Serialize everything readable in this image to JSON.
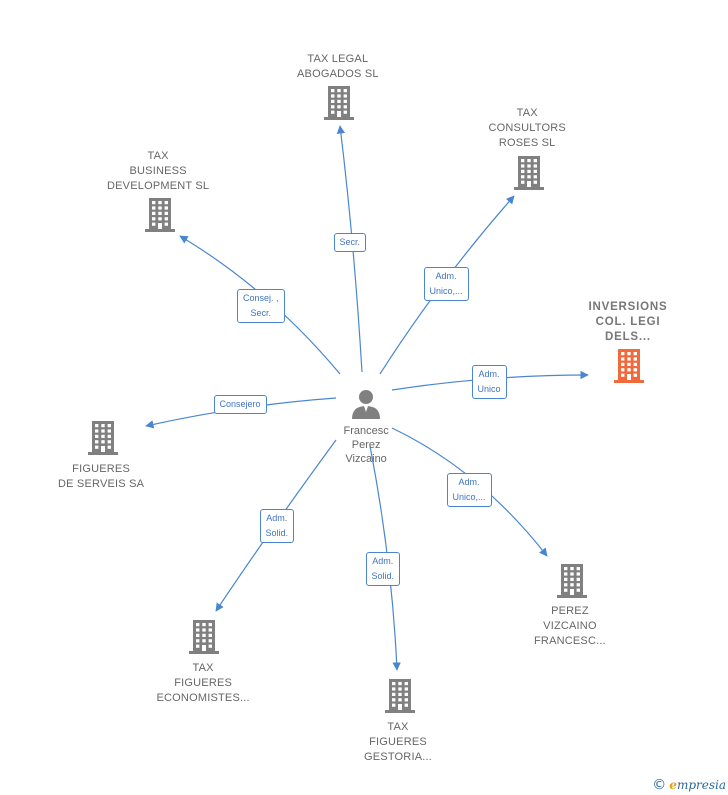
{
  "center": {
    "lines": [
      "Francesc",
      "Perez",
      "Vizcaino"
    ],
    "icon": "person-icon"
  },
  "nodes": [
    {
      "id": "tax-legal",
      "lines": [
        "TAX LEGAL",
        "ABOGADOS SL"
      ],
      "highlight": false,
      "icon": "building-icon"
    },
    {
      "id": "tax-consultors",
      "lines": [
        "TAX",
        "CONSULTORS",
        "ROSES SL"
      ],
      "highlight": false,
      "icon": "building-icon"
    },
    {
      "id": "tax-business",
      "lines": [
        "TAX",
        "BUSINESS",
        "DEVELOPMENT SL"
      ],
      "highlight": false,
      "icon": "building-icon"
    },
    {
      "id": "inversions",
      "lines": [
        "INVERSIONS",
        "COL. LEGI",
        "DELS..."
      ],
      "highlight": true,
      "icon": "building-icon"
    },
    {
      "id": "figueres-serveis",
      "lines": [
        "FIGUERES",
        "DE SERVEIS SA"
      ],
      "highlight": false,
      "icon": "building-icon"
    },
    {
      "id": "perez-vizcaino",
      "lines": [
        "PEREZ",
        "VIZCAINO",
        "FRANCESC..."
      ],
      "highlight": false,
      "icon": "building-icon"
    },
    {
      "id": "tax-economistes",
      "lines": [
        "TAX",
        "FIGUERES",
        "ECONOMISTES..."
      ],
      "highlight": false,
      "icon": "building-icon"
    },
    {
      "id": "tax-gestoria",
      "lines": [
        "TAX",
        "FIGUERES",
        "GESTORIA..."
      ],
      "highlight": false,
      "icon": "building-icon"
    }
  ],
  "edges": [
    {
      "to": "tax-legal",
      "lines": [
        "Secr."
      ]
    },
    {
      "to": "tax-consultors",
      "lines": [
        "Adm.",
        "Unico,..."
      ]
    },
    {
      "to": "tax-business",
      "lines": [
        "Consej. ,",
        "Secr."
      ]
    },
    {
      "to": "inversions",
      "lines": [
        "Adm.",
        "Unico"
      ]
    },
    {
      "to": "figueres-serveis",
      "lines": [
        "Consejero"
      ]
    },
    {
      "to": "perez-vizcaino",
      "lines": [
        "Adm.",
        "Unico,..."
      ]
    },
    {
      "to": "tax-economistes",
      "lines": [
        "Adm.",
        "Solid."
      ]
    },
    {
      "to": "tax-gestoria",
      "lines": [
        "Adm.",
        "Solid."
      ]
    }
  ],
  "colors": {
    "edge": "#4a86d0",
    "building": "#808080",
    "building_highlight": "#f06a3c",
    "person": "#808080"
  },
  "brand": {
    "copyright": "©",
    "e_letter": "e",
    "rest": "mpresia"
  }
}
